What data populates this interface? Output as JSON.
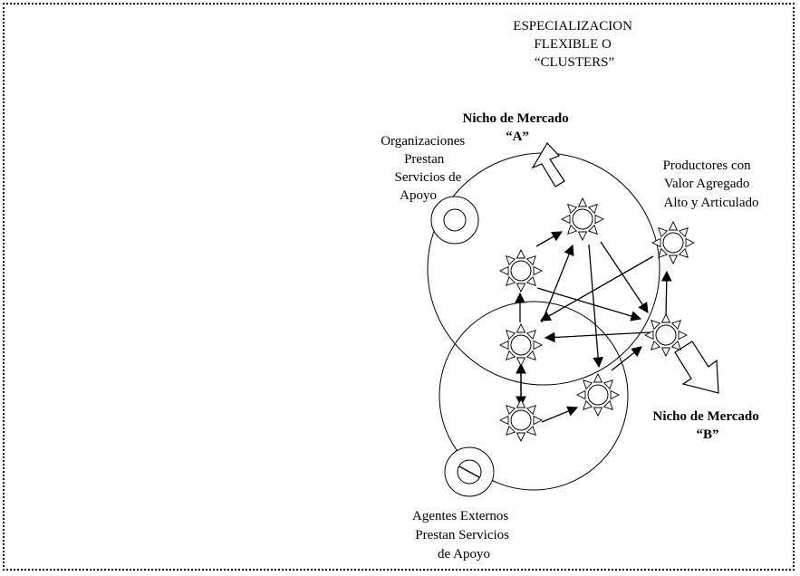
{
  "title": {
    "lines": [
      "ESPECIALIZACION",
      "FLEXIBLE O",
      "“CLUSTERS”"
    ]
  },
  "niche_a": {
    "lines": [
      "Nicho de Mercado",
      "“A”"
    ]
  },
  "niche_b": {
    "lines": [
      "Nicho de Mercado",
      "“B”"
    ]
  },
  "support_orgs": {
    "lines": [
      "Organizaciones",
      "Prestan",
      "Servicios de",
      "Apoyo"
    ]
  },
  "producers": {
    "lines": [
      "Productores con",
      "Valor Agregado",
      "Alto y Articulado"
    ]
  },
  "external_agents": {
    "lines": [
      "Agentes Externos",
      "Prestan Servicios",
      "de Apoyo"
    ]
  },
  "nodes": [
    "node-1",
    "node-2",
    "node-3",
    "node-4",
    "node-5",
    "node-6",
    "node-7"
  ]
}
